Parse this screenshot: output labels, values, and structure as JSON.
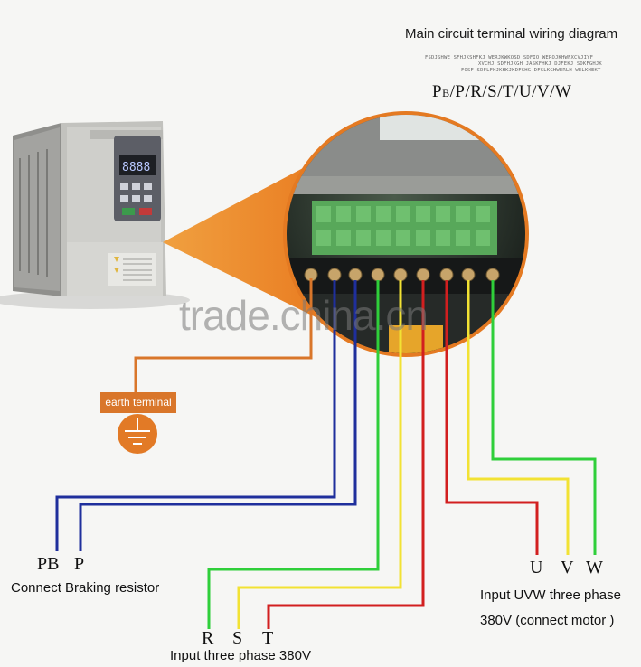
{
  "header": {
    "title": "Main circuit terminal wiring diagram",
    "fine_print": [
      "FSDJSHWE SFHJKSHFKJ WERJKWKOSD SDFIO WEROJKHWFXCVJIYF",
      "XVCHJ SDFHJKGH JASKFHKJ DJFEKJ SDKFGHJK",
      "FOSF SDFLFHJKHKJKDFSHG DFSLKGHWERLH WELKHEKT"
    ],
    "terminal_sequence": {
      "pb_main": "P",
      "pb_sub": "B",
      "rest": "/P/R/S/T/U/V/W"
    }
  },
  "earth": {
    "label": "earth terminal"
  },
  "watermark": "trade.china.cn",
  "groups": {
    "braking": {
      "labels": [
        "PB",
        "P"
      ],
      "caption": "Connect Braking resistor"
    },
    "input": {
      "labels": [
        "R",
        "S",
        "T"
      ],
      "caption": "Input three phase 380V"
    },
    "output": {
      "labels": [
        "U",
        "V",
        "W"
      ],
      "caption_line1": "Input UVW three phase",
      "caption_line2": "380V (connect motor )"
    }
  },
  "colors": {
    "earth_wire": "#d9762a",
    "pb_wire": "#1f2f9c",
    "p_wire": "#1f2f9c",
    "r_wire": "#2fcf3a",
    "s_wire": "#f2e233",
    "t_wire": "#d21f1f",
    "u_wire": "#d21f1f",
    "v_wire": "#f2e233",
    "w_wire": "#2fcf3a"
  }
}
